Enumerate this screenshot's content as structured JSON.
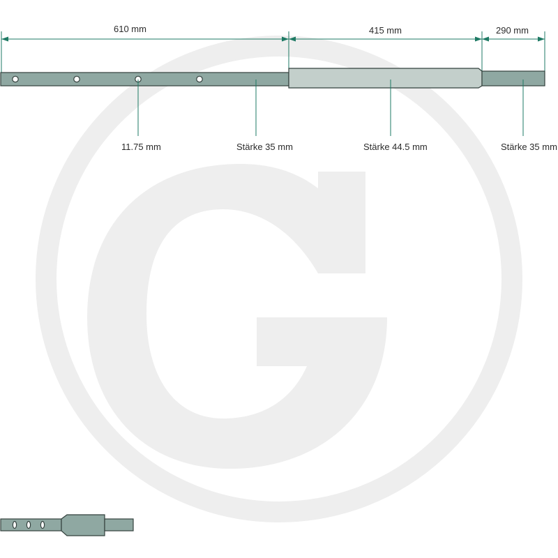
{
  "colors": {
    "dimension_line": "#1e7a64",
    "bar_narrow": "#8fa8a2",
    "bar_wide": "#c3cfcb",
    "bar_outline": "#33403d",
    "watermark": "#eeeeee",
    "text": "#2b2b2b"
  },
  "watermark": {
    "icon": "g-logo-watermark"
  },
  "dimensions": {
    "section_1": "610 mm",
    "section_2": "415 mm",
    "section_3": "290 mm"
  },
  "callouts": {
    "hole_diameter": "11.75 mm",
    "thickness_section_1": "Stärke 35 mm",
    "thickness_section_2": "Stärke 44.5 mm",
    "thickness_section_3": "Stärke 35 mm"
  },
  "thumbnail": {
    "icon": "bar-thumbnail"
  }
}
